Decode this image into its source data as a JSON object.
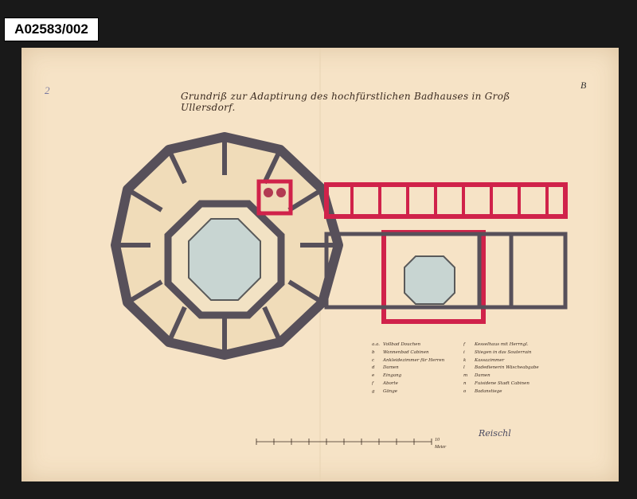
{
  "archive_id": "A02583/002",
  "sheet_number": "2",
  "corner_letter": "B",
  "title": "Grundriß zur Adaptirung des hochfürstlichen Badhauses in Groß Ullersdorf.",
  "legend": {
    "left": [
      {
        "key": "a.a.",
        "text": "Vollbad Douchen"
      },
      {
        "key": "b",
        "text": "Wannenbad Cabinen"
      },
      {
        "key": "c",
        "text": "Ankleidezimmer für Herren"
      },
      {
        "key": "d",
        "text": "Damen"
      },
      {
        "key": "e",
        "text": "Eingang"
      },
      {
        "key": "f",
        "text": "Aborte"
      },
      {
        "key": "g",
        "text": "Gänge"
      }
    ],
    "right": [
      {
        "key": "f",
        "text": "Kesselhaus mit Herrngl."
      },
      {
        "key": "i",
        "text": "Stiegen in das Souterrain"
      },
      {
        "key": "k",
        "text": "Kassazimmer"
      },
      {
        "key": "l",
        "text": "Badedienerin Wäscheabgabe"
      },
      {
        "key": "m",
        "text": "Damen"
      },
      {
        "key": "n",
        "text": "Fuisidene Stadt Cabinen"
      },
      {
        "key": "o",
        "text": "Badanstiege"
      }
    ]
  },
  "scale": {
    "unit": "Meter",
    "label": "10"
  },
  "signature": "Reischl",
  "colors": {
    "paper": "#f6e3c6",
    "wall": "#57505a",
    "new_wall": "#d0224a",
    "pool": "#c8d5d2",
    "corridor": "#f0dcb9"
  }
}
